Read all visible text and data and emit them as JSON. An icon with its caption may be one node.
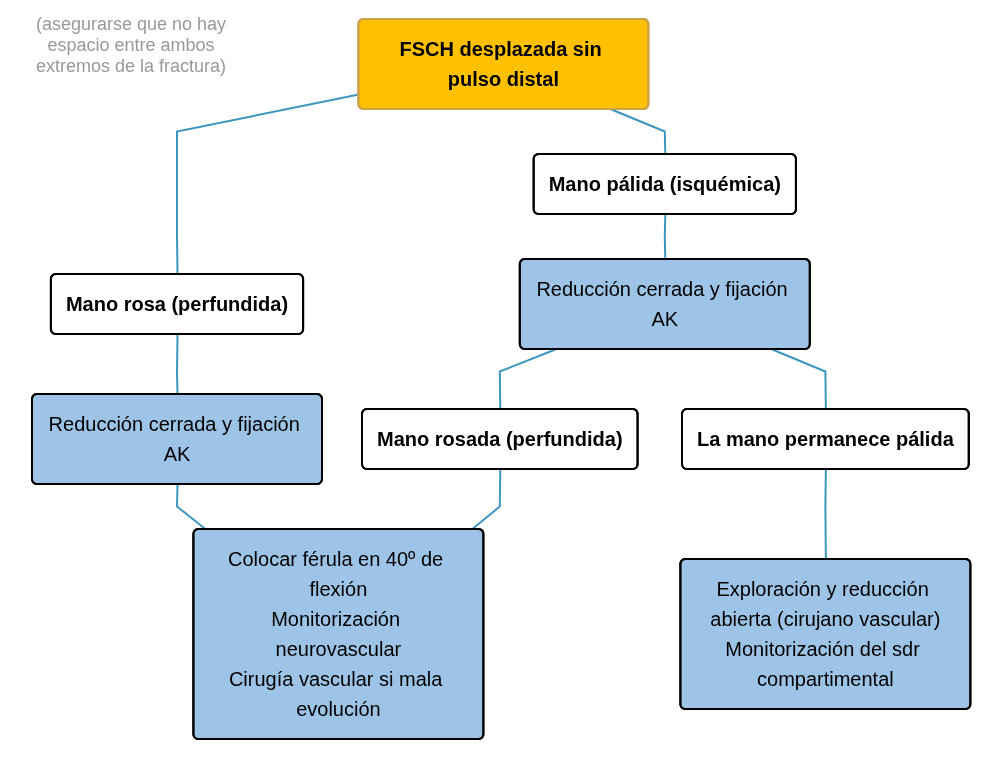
{
  "diagram": {
    "nodes": [
      {
        "text": [
          "FSCH desplazada sin pulso distal"
        ]
      },
      {
        "text": [
          "Mano rosa (perfundida)"
        ]
      },
      {
        "text": [
          "Mano pálida (isquémica)"
        ]
      },
      {
        "text": [
          "Reducción cerrada y fijación AK"
        ]
      },
      {
        "text": [
          "Reducción cerrada y fijación AK"
        ]
      },
      {
        "text": [
          "Mano rosada (perfundida)"
        ]
      },
      {
        "text": [
          "La mano permanece pálida"
        ]
      },
      {
        "text": [
          "Colocar férula en 40º de flexión",
          "Monitorización neurovascular",
          "Cirugía vascular si mala evolución"
        ]
      },
      {
        "text": [
          "Exploración y reducción abierta (cirujano vascular)",
          "Monitorización del sdr compartimental"
        ]
      }
    ],
    "edges": [
      {
        "from": 0,
        "to": 1,
        "arrow": "none"
      },
      {
        "from": 0,
        "to": 2,
        "arrow": "none"
      },
      {
        "from": 1,
        "to": 3,
        "arrow": "none"
      },
      {
        "from": 2,
        "to": 4,
        "arrow": "none"
      },
      {
        "from": 3,
        "to": 7,
        "arrow": "none"
      },
      {
        "from": 4,
        "to": 5,
        "arrow": "none"
      },
      {
        "from": 4,
        "to": 6,
        "arrow": "none"
      },
      {
        "from": 5,
        "to": 7,
        "arrow": "none"
      },
      {
        "from": 6,
        "to": 8,
        "arrow": "none"
      }
    ],
    "labels": [
      "(asegurarse que no hay espacio entre ambos extremos de la fractura)"
    ]
  }
}
